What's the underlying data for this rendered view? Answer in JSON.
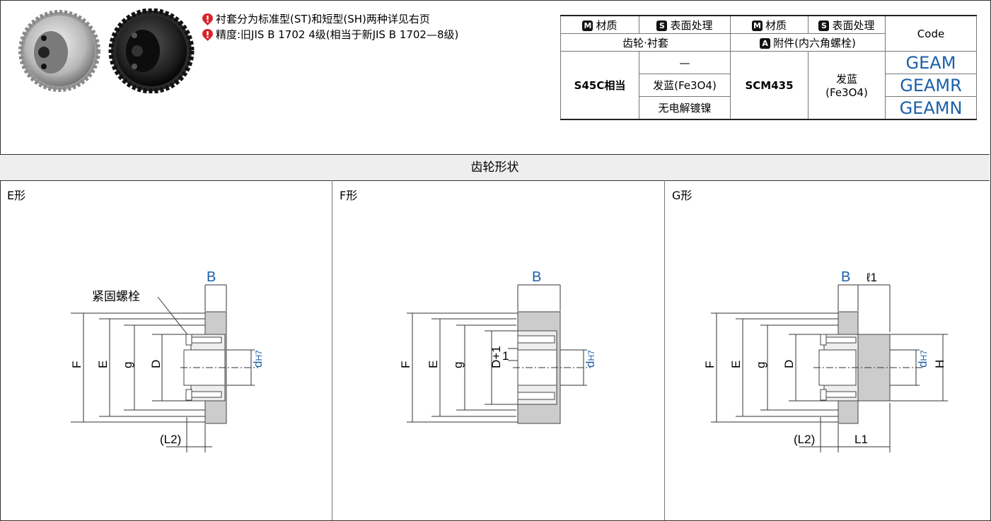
{
  "notes": [
    "衬套分为标准型(ST)和短型(SH)两种详见右页",
    "精度:旧JIS B 1702 4级(相当于新JIS B 1702—8级)"
  ],
  "spec_table": {
    "badge_m": "M",
    "badge_s": "S",
    "badge_a": "A",
    "col_material": "材质",
    "col_surface": "表面处理",
    "col_material2": "材质",
    "col_surface2": "表面处理",
    "col_code": "Code",
    "sub_gear": "齿轮·衬套",
    "sub_accessory": "附件(内六角螺栓)",
    "gear_material": "S45C相当",
    "surface_1": "—",
    "surface_2": "发蓝(Fe3O4)",
    "surface_3": "无电解镀镍",
    "bolt_material": "SCM435",
    "bolt_surface_1": "发蓝",
    "bolt_surface_2": "(Fe3O4)",
    "codes": [
      "GEAM",
      "GEAMR",
      "GEAMN"
    ]
  },
  "section_title": "齿轮形状",
  "panels": [
    {
      "title": "E形",
      "bolt_label": "紧固螺栓",
      "labels": {
        "B": "B",
        "F": "F",
        "E": "E",
        "g": "g",
        "D": "D",
        "d": "d",
        "dsub": "H7",
        "L2": "(L2)"
      }
    },
    {
      "title": "F形",
      "labels": {
        "B": "B",
        "F": "F",
        "E": "E",
        "g": "g",
        "D": "D+1",
        "one": "1",
        "d": "d",
        "dsub": "H7"
      }
    },
    {
      "title": "G形",
      "labels": {
        "B": "B",
        "l1": "ℓ1",
        "F": "F",
        "E": "E",
        "g": "g",
        "D": "D",
        "d": "d",
        "dsub": "H7",
        "H": "H",
        "L2": "(L2)",
        "L1": "L1"
      }
    }
  ],
  "colors": {
    "accent_blue": "#1a5fa8",
    "warn_red": "#d8232a"
  }
}
